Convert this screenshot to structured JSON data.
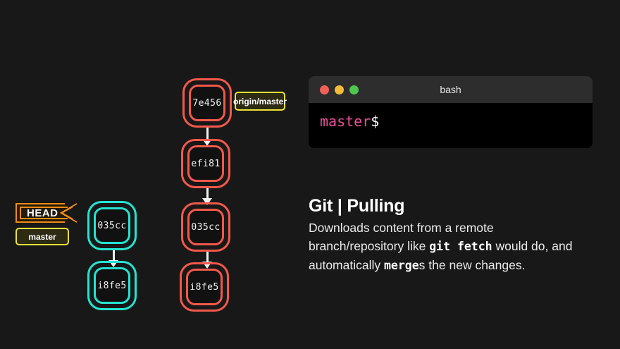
{
  "background_color": "#181818",
  "colors": {
    "local_branch": "#25e3d0",
    "remote_branch": "#f2594b",
    "head_tag_border": "#f08c12",
    "branch_tag_border": "#ece138",
    "prompt_branch": "#e8509a",
    "arrow": "#f0f0f0"
  },
  "local_graph": {
    "head_tag": "HEAD",
    "branch_tag": "master",
    "commits": [
      {
        "sha": "035cc"
      },
      {
        "sha": "i8fe5"
      }
    ]
  },
  "remote_graph": {
    "branch_tag": "origin/master",
    "commits": [
      {
        "sha": "7e456"
      },
      {
        "sha": "efi81"
      },
      {
        "sha": "035cc"
      },
      {
        "sha": "i8fe5"
      }
    ]
  },
  "terminal": {
    "title": "bash",
    "window_buttons": [
      "close-button",
      "minimize-button",
      "maximize-button"
    ],
    "prompt_branch": "master",
    "prompt_sigil": "$",
    "command": ""
  },
  "content": {
    "heading": "Git | Pulling",
    "paragraph_part_1": "Downloads content from a remote branch/repository like ",
    "paragraph_code_1": "git fetch",
    "paragraph_part_2": " would do, and automatically ",
    "paragraph_code_2": "merge",
    "paragraph_part_3": "s the new changes."
  }
}
